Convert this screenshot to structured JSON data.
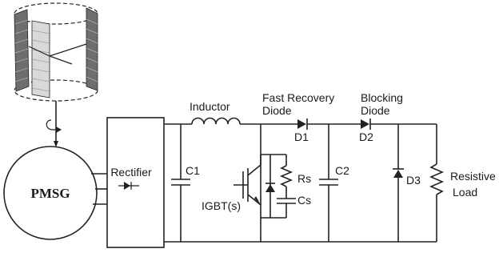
{
  "labels": {
    "generator": "PMSG",
    "rectifier": "Rectifier",
    "c1": "C1",
    "inductor": "Inductor",
    "fast_recovery_line1": "Fast Recovery",
    "fast_recovery_line2": "Diode",
    "d1": "D1",
    "blocking_line1": "Blocking",
    "blocking_line2": "Diode",
    "d2": "D2",
    "c2": "C2",
    "rs": "Rs",
    "cs": "Cs",
    "igbt": "IGBT(s)",
    "d3": "D3",
    "load_line1": "Resistive",
    "load_line2": "Load"
  },
  "colors": {
    "wire": "#222222",
    "blade_dark": "#6e6e6e",
    "blade_light": "#d9d9d9"
  }
}
